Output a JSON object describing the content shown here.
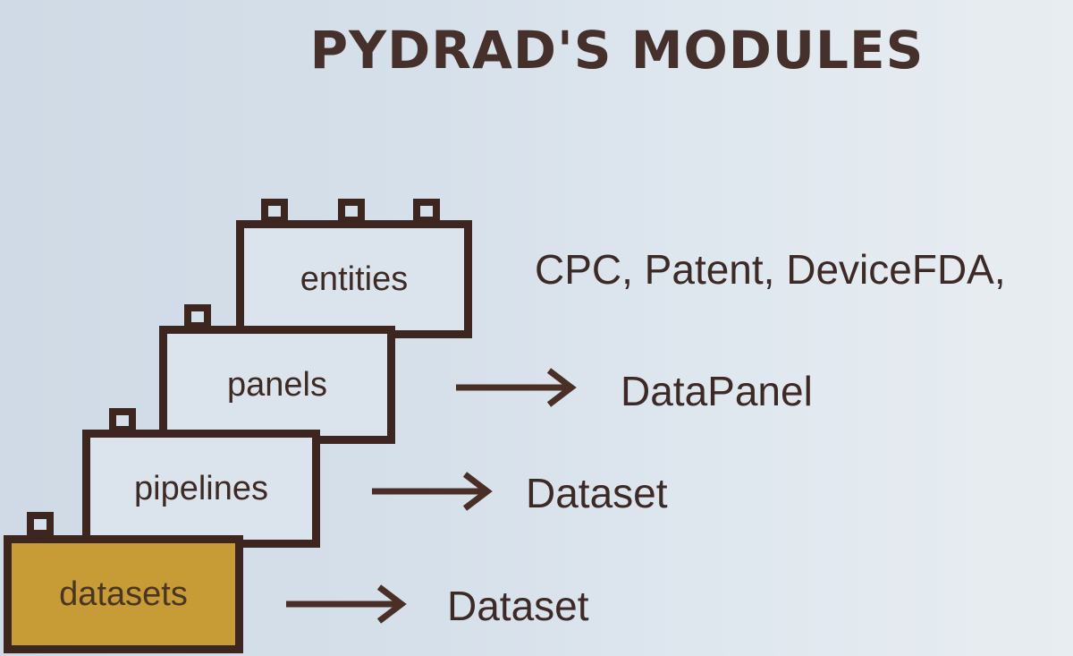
{
  "title": "PYDRAD'S MODULES",
  "modules": [
    {
      "label": "entities",
      "output": "CPC, Patent, DeviceFDA,"
    },
    {
      "label": "panels",
      "output": "DataPanel"
    },
    {
      "label": "pipelines",
      "output": "Dataset"
    },
    {
      "label": "datasets",
      "output": "Dataset"
    }
  ],
  "colors": {
    "outline": "#3e2620",
    "datasets_fill": "#c79b35",
    "background": "#d6e0ea"
  }
}
